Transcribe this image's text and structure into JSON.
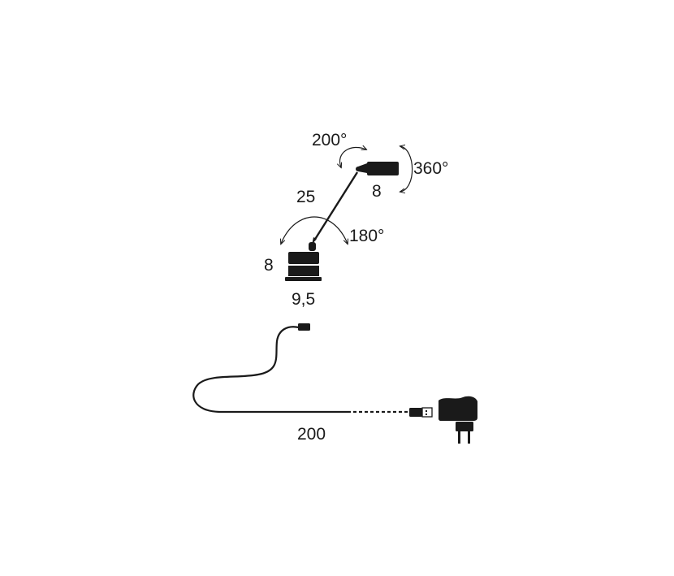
{
  "diagram": {
    "labels": {
      "head_tilt": "200°",
      "head_rotate": "360°",
      "head_size": "8",
      "arm_length": "25",
      "base_pivot": "180°",
      "base_height": "8",
      "base_width": "9,5",
      "cable_length": "200"
    },
    "colors": {
      "ink": "#1a1a1a",
      "background": "#ffffff"
    }
  }
}
